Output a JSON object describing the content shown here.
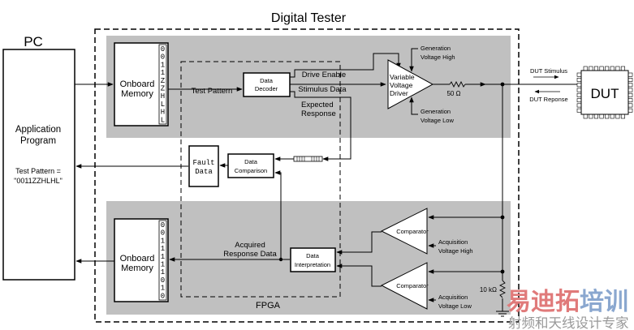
{
  "titles": {
    "pc": "PC",
    "digital_tester": "Digital Tester",
    "fpga": "FPGA"
  },
  "pc": {
    "app_line1": "Application",
    "app_line2": "Program",
    "pattern_line1": "Test Pattern =",
    "pattern_line2": "\"0011ZZHLHL\""
  },
  "top_memory": {
    "line1": "Onboard",
    "line2": "Memory",
    "bits": [
      "0",
      "0",
      "1",
      "1",
      "Z",
      "Z",
      "H",
      "L",
      "H",
      "L"
    ]
  },
  "bottom_memory": {
    "line1": "Onboard",
    "line2": "Memory",
    "bits": [
      "0",
      "0",
      "1",
      "1",
      "1",
      "1",
      "1",
      "0",
      "1",
      "0"
    ]
  },
  "blocks": {
    "data_decoder": [
      "Data",
      "Decoder"
    ],
    "fault_data": [
      "Fault",
      "Data"
    ],
    "data_comparison": [
      "Data",
      "Comparison"
    ],
    "data_interpretation": [
      "Data",
      "Interpretation"
    ],
    "driver": [
      "Variable",
      "Voltage",
      "Driver"
    ],
    "comparator_high": "Comparator",
    "comparator_low": "Comparator",
    "dut": "DUT"
  },
  "signals": {
    "test_pattern": "Test Pattern",
    "drive_enable": "Drive Enable",
    "stimulus_data": "Stimulus Data",
    "expected_response": [
      "Expected",
      "Response"
    ],
    "acquired_response": [
      "Acquired",
      "Response Data"
    ],
    "gen_high": [
      "Generation",
      "Voltage High"
    ],
    "gen_low": [
      "Generation",
      "Voltage Low"
    ],
    "acq_high": [
      "Acquisition",
      "Voltage High"
    ],
    "acq_low": [
      "Acquisition",
      "Voltage Low"
    ],
    "dut_stimulus": "DUT Stimulus",
    "dut_response": "DUT Reponse",
    "r_series": "50 Ω",
    "r_pulldown": "10 kΩ"
  },
  "watermark": {
    "main": "易迪拓培训",
    "sub": "射频和天线设计专家"
  },
  "colors": {
    "panel": "#c0c0c0",
    "line": "#000000",
    "wm_red": "#e07a7a",
    "wm_blue": "#8aa7cf",
    "wm_gray": "#999999"
  }
}
